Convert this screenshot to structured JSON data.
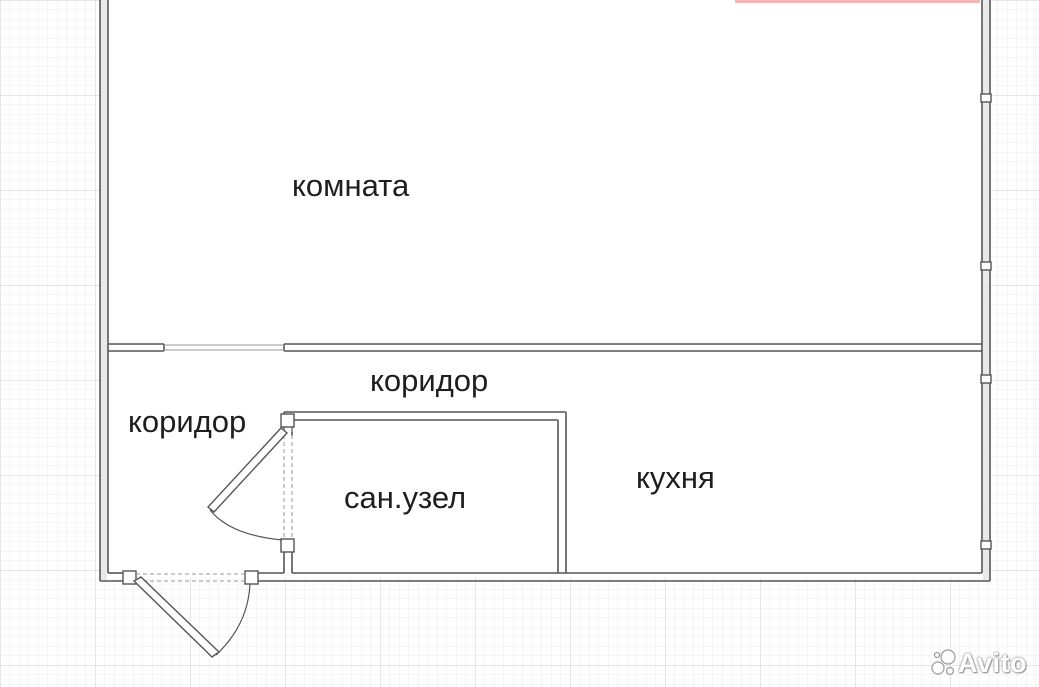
{
  "rooms": {
    "room": "комната",
    "corridor_top": "коридор",
    "corridor_left": "коридор",
    "bathroom": "сан.узел",
    "kitchen": "кухня"
  },
  "watermark": {
    "brand": "Avito"
  },
  "colors": {
    "wall": "#555555",
    "grid": "#e3e3e3",
    "top_edge_accent": "#f2b6b6"
  }
}
